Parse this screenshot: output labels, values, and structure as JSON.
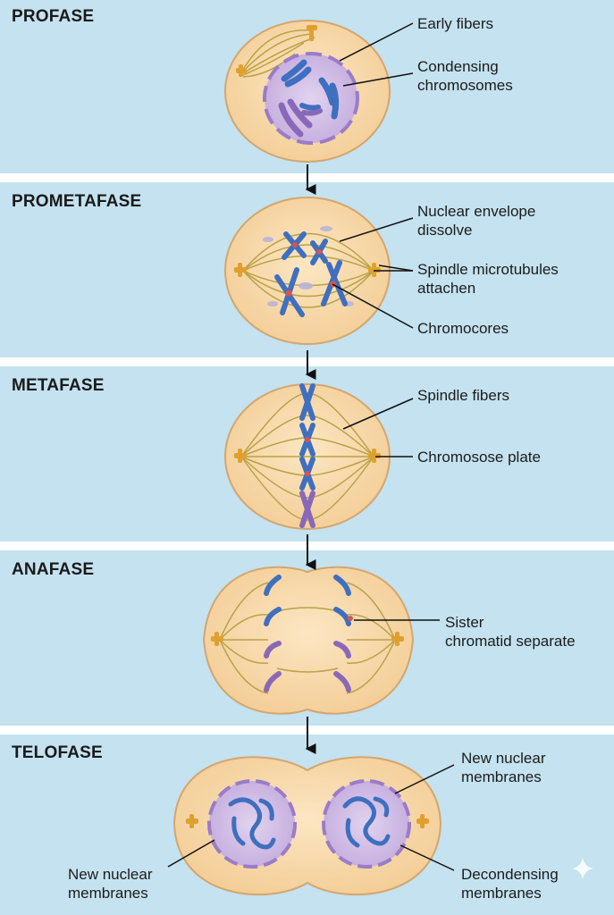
{
  "stages": [
    {
      "id": "prophase",
      "title": "PROFASE",
      "labels": [
        {
          "lines": [
            "Early fibers"
          ]
        },
        {
          "lines": [
            "Condensing",
            "chromosomes"
          ]
        }
      ]
    },
    {
      "id": "prometaphase",
      "title": "PROMETAFASE",
      "labels": [
        {
          "lines": [
            "Nuclear envelope",
            "dissolve"
          ]
        },
        {
          "lines": [
            "Spindle microtubules",
            "attachen"
          ]
        },
        {
          "lines": [
            "Chromocores"
          ]
        }
      ]
    },
    {
      "id": "metaphase",
      "title": "METAFASE",
      "labels": [
        {
          "lines": [
            "Spindle fibers"
          ]
        },
        {
          "lines": [
            "Chromosose plate"
          ]
        }
      ]
    },
    {
      "id": "anaphase",
      "title": "ANAFASE",
      "labels": [
        {
          "lines": [
            "Sister",
            "chromatid separate"
          ]
        }
      ]
    },
    {
      "id": "telophase",
      "title": "TELOFASE",
      "labels": [
        {
          "lines": [
            "New nuclear",
            "membranes"
          ]
        },
        {
          "lines": [
            "New nuclear",
            "membranes"
          ]
        },
        {
          "lines": [
            "Decondensing",
            "membranes"
          ]
        }
      ]
    }
  ],
  "colors": {
    "panel": "#c4e2ef",
    "cell_fill": "#f8d8a8",
    "cell_edge": "#d3a66f",
    "nucleus_fill": "#cdb8e2",
    "nucleus_edge": "#9a7cc7",
    "chromosome_blue": "#3f6fbf",
    "chromosome_purple": "#8a68b8",
    "fiber": "#b9a247",
    "centrosome": "#e0a030",
    "kinetochore": "#d9534f",
    "leader": "#111111",
    "arrow": "#111111"
  },
  "icons": [
    "down-arrow-icon",
    "sparkle-icon"
  ]
}
